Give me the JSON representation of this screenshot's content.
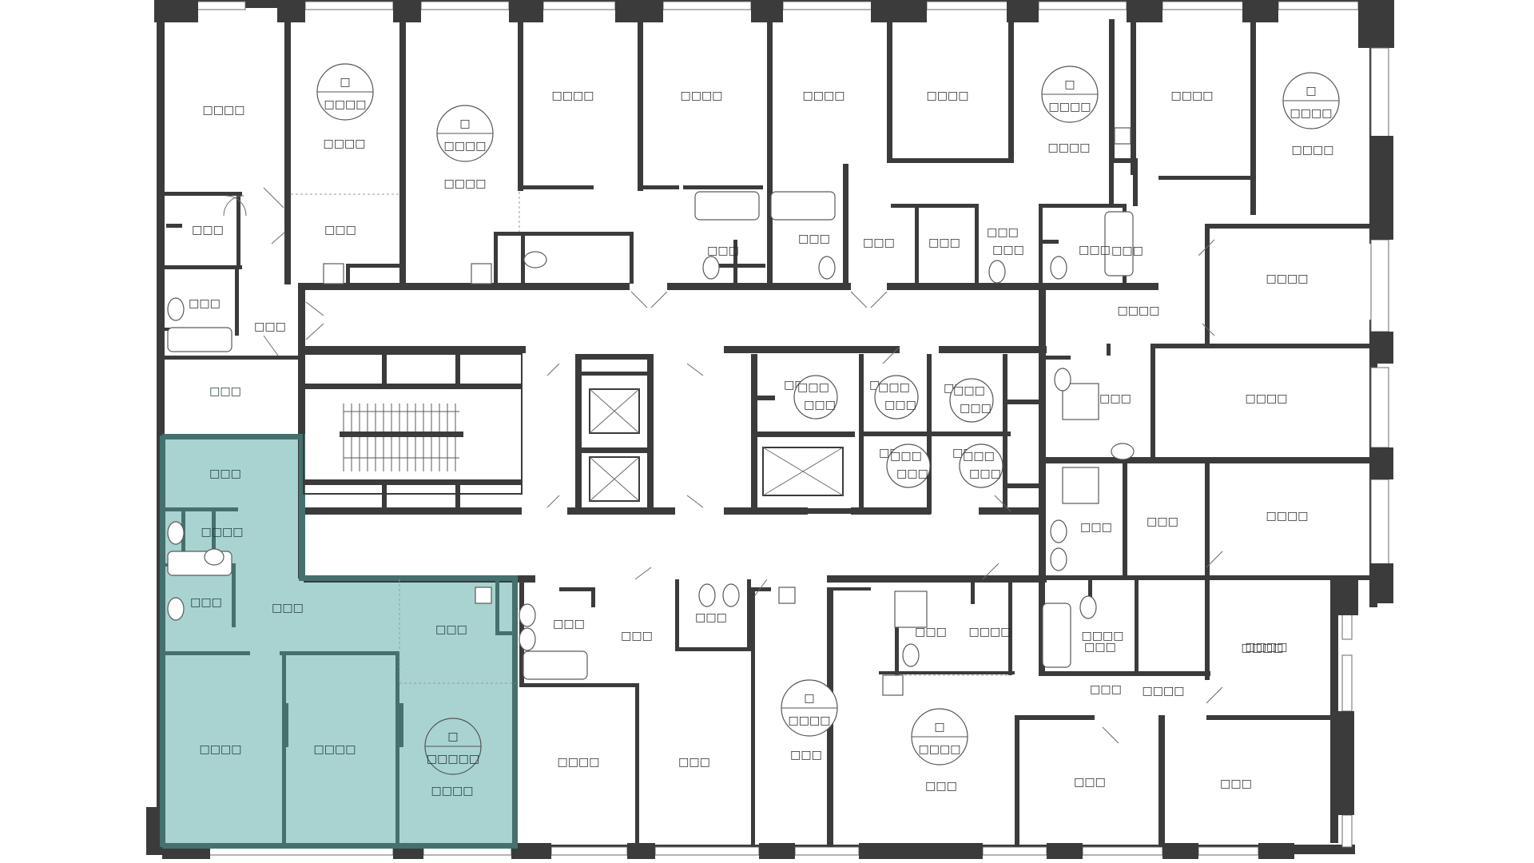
{
  "floor_plan": {
    "selected_apartment_color": "#a8d3d0",
    "selected_wall_color": "#44706e",
    "wall_color": "#3b3b3b",
    "rooms": [
      {
        "id": "r01",
        "text": "□□□□"
      },
      {
        "id": "r02",
        "text": "□□□□"
      },
      {
        "id": "r03",
        "text": "□□□"
      },
      {
        "id": "r04",
        "text": "□□□"
      },
      {
        "id": "r05",
        "text": "□□□□"
      },
      {
        "id": "r06",
        "text": "□□□□"
      },
      {
        "id": "r07",
        "text": "□□□□"
      },
      {
        "id": "r08",
        "text": "□□□□"
      },
      {
        "id": "r09",
        "text": "□□□□"
      },
      {
        "id": "r10",
        "text": "□□□"
      },
      {
        "id": "r11",
        "text": "□□□"
      },
      {
        "id": "r12",
        "text": "□□□"
      },
      {
        "id": "r13",
        "text": "□□□"
      },
      {
        "id": "r14",
        "text": "□□□"
      },
      {
        "id": "r15",
        "text": "□□□"
      },
      {
        "id": "r16",
        "text": "□□□"
      },
      {
        "id": "r17",
        "text": "□□□□"
      },
      {
        "id": "r18",
        "text": "□□□□"
      },
      {
        "id": "r19",
        "text": "□□□□"
      },
      {
        "id": "r20",
        "text": "□□□"
      },
      {
        "id": "r21",
        "text": "□□□"
      },
      {
        "id": "r22",
        "text": "□□□"
      },
      {
        "id": "r23",
        "text": "□□□"
      },
      {
        "id": "r24",
        "text": "□□□□"
      },
      {
        "id": "r25",
        "text": "□□□□"
      },
      {
        "id": "r26",
        "text": "□□□□"
      },
      {
        "id": "r27",
        "text": "□□□"
      },
      {
        "id": "r28",
        "text": "□□□"
      },
      {
        "id": "r29",
        "text": "□□□□"
      },
      {
        "id": "r30",
        "text": "□□□"
      },
      {
        "id": "r31",
        "text": "□□□"
      },
      {
        "id": "r32",
        "text": "□□□□"
      },
      {
        "id": "r33",
        "text": "□□□"
      },
      {
        "id": "r34",
        "text": "□□□"
      },
      {
        "id": "r35",
        "text": "□□□"
      },
      {
        "id": "r36",
        "text": "□□□"
      },
      {
        "id": "r37",
        "text": "□□□"
      },
      {
        "id": "r38",
        "text": "□□□"
      },
      {
        "id": "r39",
        "text": "□□□□"
      },
      {
        "id": "r40",
        "text": "□□□□"
      },
      {
        "id": "r41",
        "text": "□□□□"
      },
      {
        "id": "r42",
        "text": "□□□□"
      },
      {
        "id": "r43",
        "text": "□□□□"
      },
      {
        "id": "r44",
        "text": "□□□□"
      },
      {
        "id": "r45",
        "text": "□□□□"
      },
      {
        "id": "r46",
        "text": "□□□□"
      },
      {
        "id": "r47",
        "text": "□□□"
      },
      {
        "id": "r48",
        "text": "□□□"
      },
      {
        "id": "r49",
        "text": "□□□"
      },
      {
        "id": "r50",
        "text": "□□□"
      },
      {
        "id": "r51",
        "text": "□□□"
      },
      {
        "id": "r52",
        "text": "□□□□"
      },
      {
        "id": "r53",
        "text": "□□□"
      },
      {
        "id": "r54",
        "text": "□□□"
      },
      {
        "id": "r55",
        "text": "□□□"
      },
      {
        "id": "r56",
        "text": "□□□"
      },
      {
        "id": "r57",
        "text": "□□□"
      },
      {
        "id": "r58",
        "text": "□□□"
      },
      {
        "id": "r59",
        "text": "□□□"
      },
      {
        "id": "r60",
        "text": "□□□"
      },
      {
        "id": "r61",
        "text": "□□□"
      },
      {
        "id": "r62",
        "text": "□□□"
      },
      {
        "id": "r63",
        "text": "□□□"
      },
      {
        "id": "r64",
        "text": "□□□"
      }
    ],
    "badges": [
      {
        "id": "b1",
        "top": "□",
        "bottom": "□□□□"
      },
      {
        "id": "b2",
        "top": "□",
        "bottom": "□□□□"
      },
      {
        "id": "b3",
        "top": "□",
        "bottom": "□□□□"
      },
      {
        "id": "b4",
        "top": "□",
        "bottom": "□□□□"
      },
      {
        "id": "b5",
        "top": "□",
        "bottom": "□□□□"
      },
      {
        "id": "b6",
        "top": "□",
        "bottom": "□□□□"
      },
      {
        "id": "b7",
        "top": "□",
        "bottom": "□□□□□"
      }
    ]
  }
}
